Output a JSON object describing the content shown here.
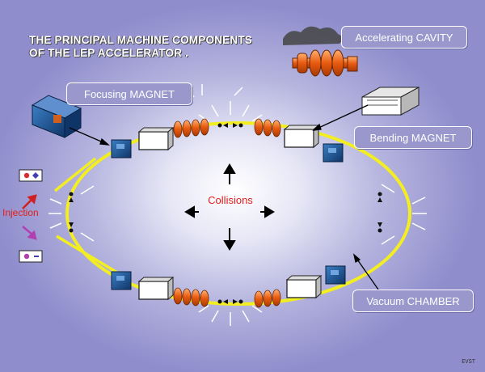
{
  "title_line1": "THE PRINCIPAL MACHINE COMPONENTS",
  "title_line2": "OF THE LEP ACCELERATOR .",
  "labels": {
    "accelerating_cavity": "Accelerating CAVITY",
    "focusing_magnet": "Focusing MAGNET",
    "bending_magnet": "Bending MAGNET",
    "vacuum_chamber": "Vacuum CHAMBER",
    "collisions": "Collisions",
    "injection": "Injection"
  },
  "corner_code": "EVST",
  "colors": {
    "background": "#9c9bd4",
    "ring": "#f2ee22",
    "label_box": "#9997cc",
    "cavity": "#e85a10",
    "focusing_magnet": "#1a4f8c",
    "collision_text": "#e0201c"
  }
}
